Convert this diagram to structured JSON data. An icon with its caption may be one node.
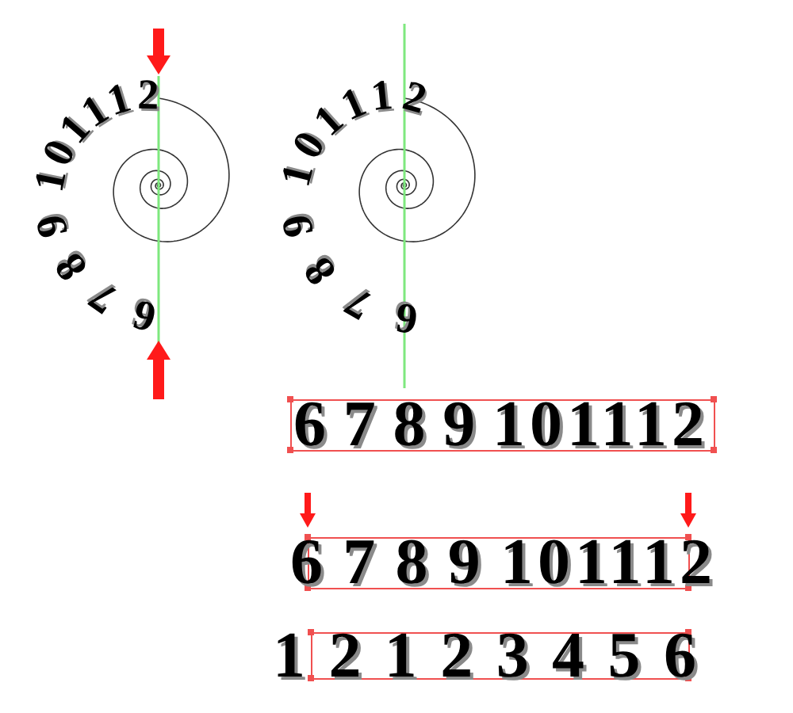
{
  "diagram": {
    "labels": [
      "6 7 8 9 101112",
      "6 7 8 9 101112",
      "6 7 8 9 101112",
      "6 7 8 9 101112",
      "1 2 1 2 3 4 5 6"
    ]
  }
}
